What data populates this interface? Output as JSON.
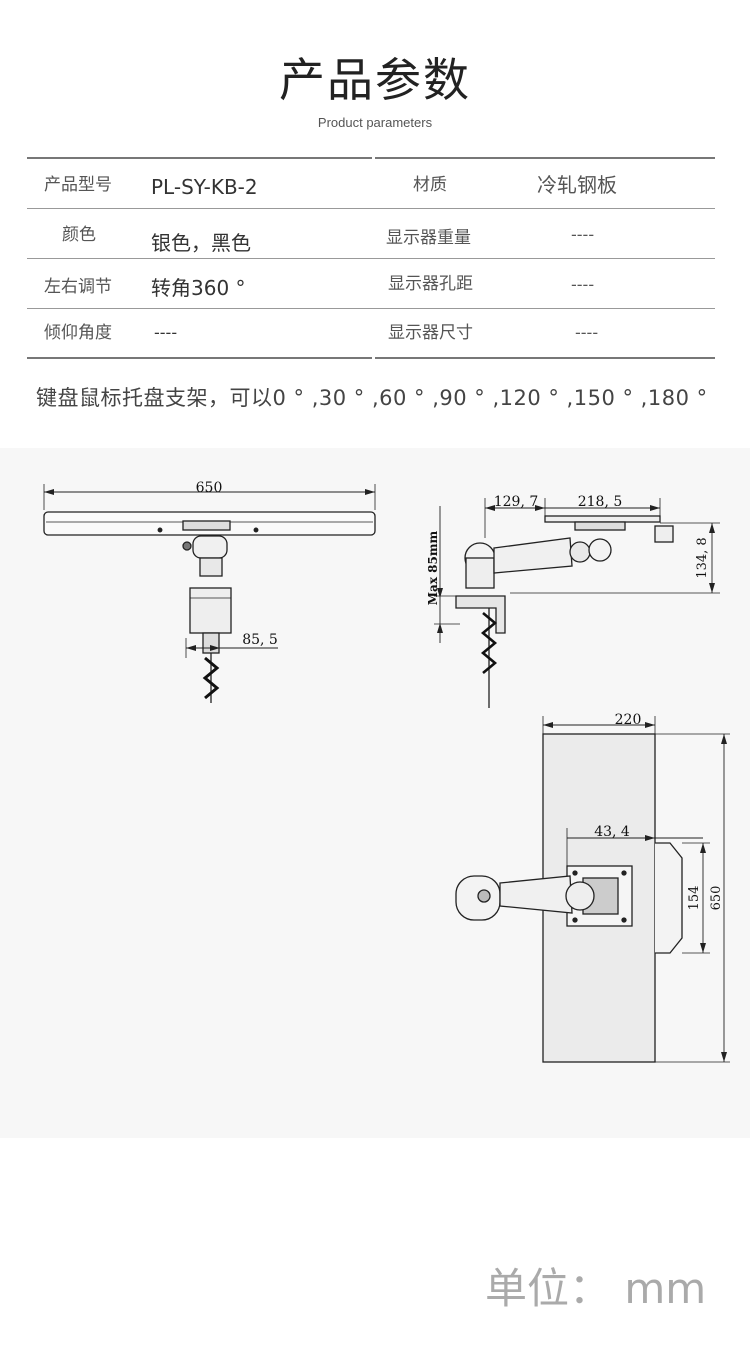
{
  "header": {
    "title": "产品参数",
    "subtitle": "Product parameters"
  },
  "spec_rows": [
    {
      "label1": "产品型号",
      "value1": "PL-SY-KB-2",
      "label2": "材质",
      "value2": "冷轧钢板"
    },
    {
      "label1": "颜色",
      "value1": "银色，黑色",
      "label2": "显示器重量",
      "value2": "----"
    },
    {
      "label1": "左右调节",
      "value1": "转角360 °",
      "label2": "显示器孔距",
      "value2": "----"
    },
    {
      "label1": "倾仰角度",
      "value1": "----",
      "label2": "显示器尺寸",
      "value2": "----"
    }
  ],
  "note": "键盘鼠标托盘支架，可以0 ° ,30 ° ,60 ° ,90 ° ,120 ° ,150 ° ,180 °",
  "dimensions": {
    "front_width": "650",
    "front_clamp": "85, 5",
    "side_depth_a": "129, 7",
    "side_depth_b": "218, 5",
    "side_max": "Max 85mm",
    "side_height": "134, 8",
    "top_width": "220",
    "top_offset": "43, 4",
    "top_handle": "154",
    "top_length": "650"
  },
  "unit_label": "单位：  mm"
}
